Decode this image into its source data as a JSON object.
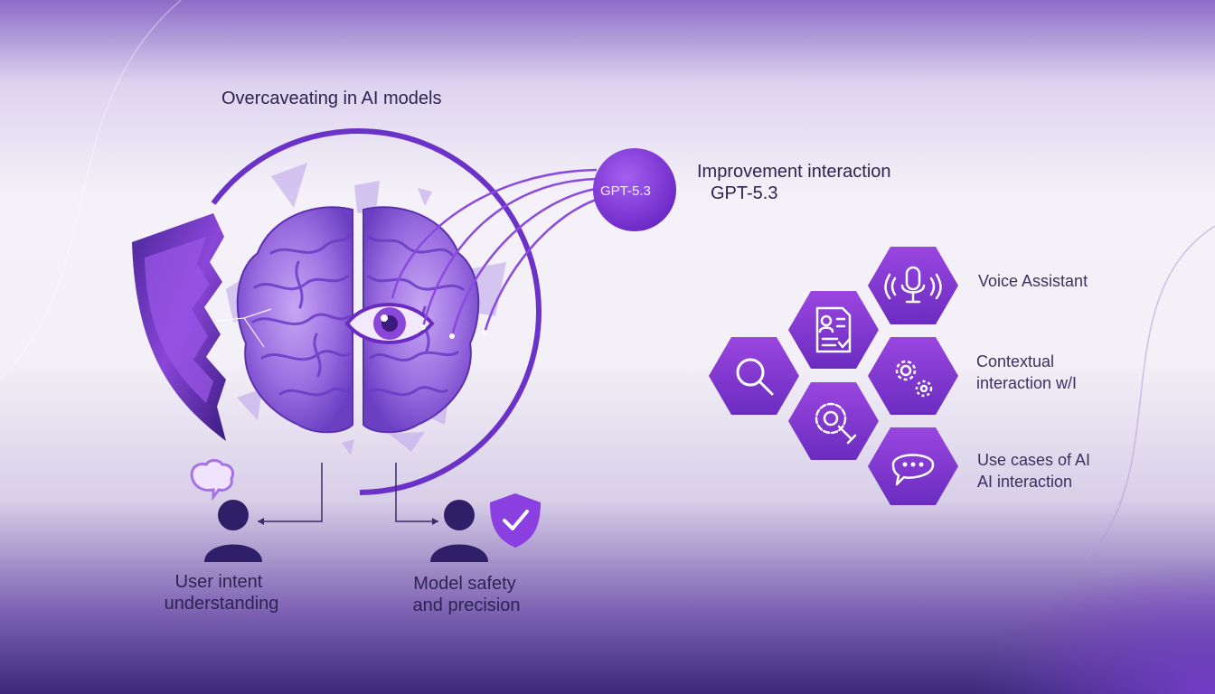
{
  "title": "Overcaveating in AI models",
  "gpt_node": {
    "label": "GPT-5.3"
  },
  "improvement": {
    "line1": "Improvement interaction",
    "line2": "GPT-5.3"
  },
  "persons": [
    {
      "line1": "User intent",
      "line2": "understanding"
    },
    {
      "line1": "Model safety",
      "line2": "and precision"
    }
  ],
  "hex_labels": [
    {
      "line1": "Voice Assistant"
    },
    {
      "line1": "Contextual",
      "line2": "interaction w/I"
    },
    {
      "line1": "Use cases of AI",
      "line2": "AI interaction"
    }
  ],
  "icons": [
    "microphone-icon",
    "document-icon",
    "search-icon",
    "gears-icon",
    "settings-wrench-icon",
    "chat-icon",
    "speech-bubble-icon",
    "shield-check-icon",
    "eye-icon",
    "brain-icon",
    "person-icon"
  ],
  "colors": {
    "accent": "#7a3fd0",
    "deep": "#3b1f7a",
    "hex": "#8a3fd6",
    "hex_dark": "#6a2dbf"
  }
}
